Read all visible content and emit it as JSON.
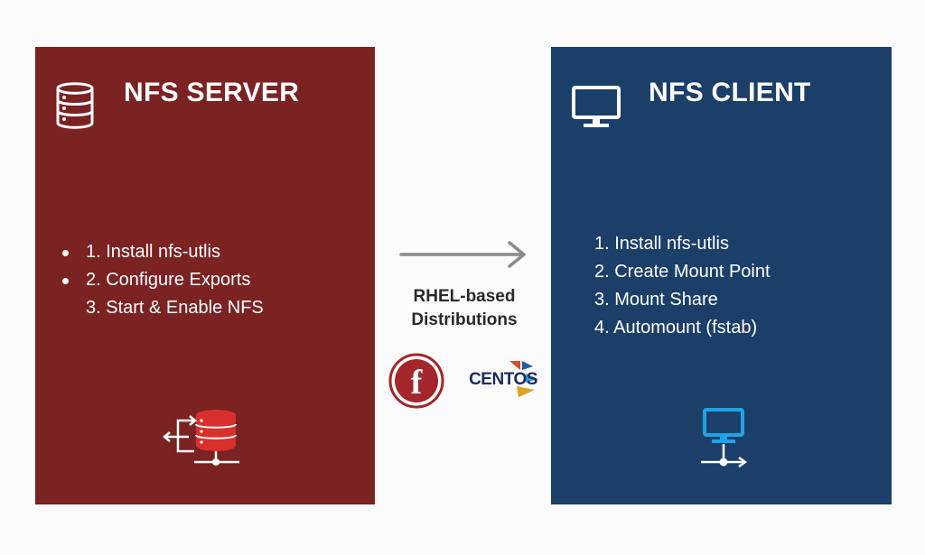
{
  "server": {
    "title": "NFS SERVER",
    "steps": [
      "1. Install nfs-utlis",
      "2. Configure Exports",
      "3. Start & Enable NFS"
    ],
    "icon": "database-server-icon",
    "bottom_icon": "network-database-icon"
  },
  "client": {
    "title": "NFS CLIENT",
    "steps": [
      "1. Install nfs-utlis",
      "2. Create Mount Point",
      "3. Mount Share",
      "4. Automount (fstab)"
    ],
    "icon": "monitor-icon",
    "bottom_icon": "network-monitor-icon"
  },
  "middle": {
    "label_line1": "RHEL-based",
    "label_line2": "Distributions",
    "logos": {
      "fedora": "f",
      "centos": "CENTOS"
    }
  },
  "colors": {
    "server_bg": "#7b2223",
    "client_bg": "#1b3f68",
    "server_accent": "#d8302c",
    "client_accent": "#1fa3e6",
    "arrow": "#8a8a8a"
  }
}
